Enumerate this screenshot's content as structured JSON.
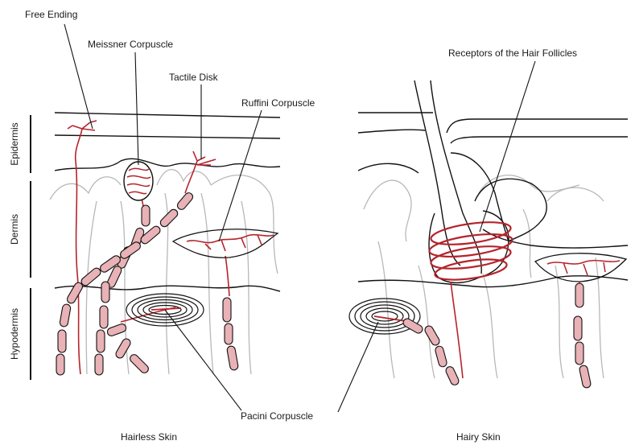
{
  "labels": {
    "free_ending": "Free Ending",
    "meissner": "Meissner Corpuscle",
    "tactile_disk": "Tactile Disk",
    "ruffini": "Ruffini Corpuscle",
    "hair_follicle_receptors": "Receptors of the Hair Follicles",
    "pacini": "Pacini Corpuscle",
    "hairless_skin": "Hairless Skin",
    "hairy_skin": "Hairy Skin"
  },
  "layers": {
    "epidermis": "Epidermis",
    "dermis": "Dermis",
    "hypodermis": "Hypodermis"
  },
  "colors": {
    "nerve": "#b5242c",
    "segment_fill": "#e8b2b6",
    "outline": "#111111",
    "gray_tissue": "#b8b8b8"
  }
}
